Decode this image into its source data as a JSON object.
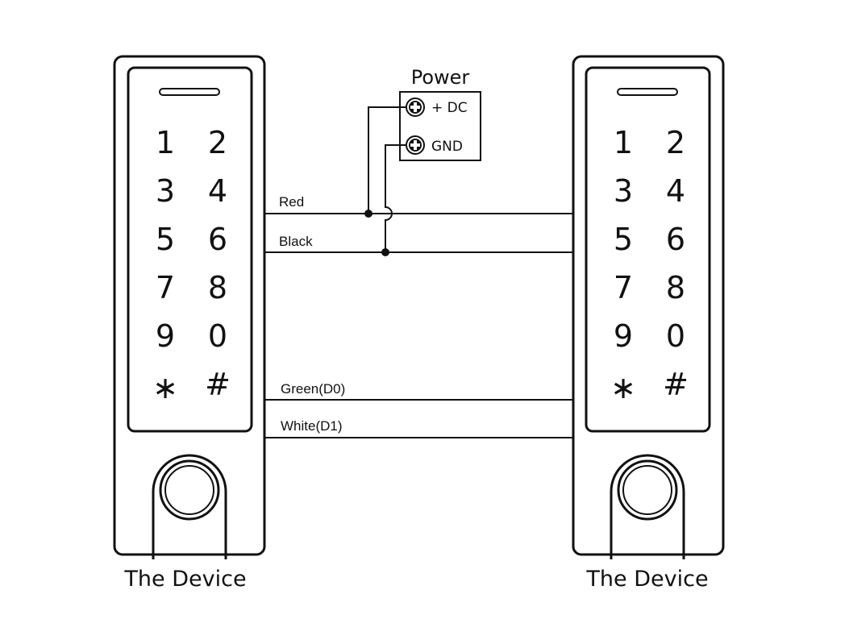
{
  "devices": [
    {
      "caption": "The Device",
      "keys": [
        [
          "1",
          "2"
        ],
        [
          "3",
          "4"
        ],
        [
          "5",
          "6"
        ],
        [
          "7",
          "8"
        ],
        [
          "9",
          "0"
        ],
        [
          "∗",
          "#"
        ]
      ]
    },
    {
      "caption": "The Device",
      "keys": [
        [
          "1",
          "2"
        ],
        [
          "3",
          "4"
        ],
        [
          "5",
          "6"
        ],
        [
          "7",
          "8"
        ],
        [
          "9",
          "0"
        ],
        [
          "∗",
          "#"
        ]
      ]
    }
  ],
  "power": {
    "title": "Power",
    "terminals": [
      "+ DC",
      "GND"
    ]
  },
  "wires": [
    "Red",
    "Black",
    "Green(D0)",
    "White(D1)"
  ]
}
